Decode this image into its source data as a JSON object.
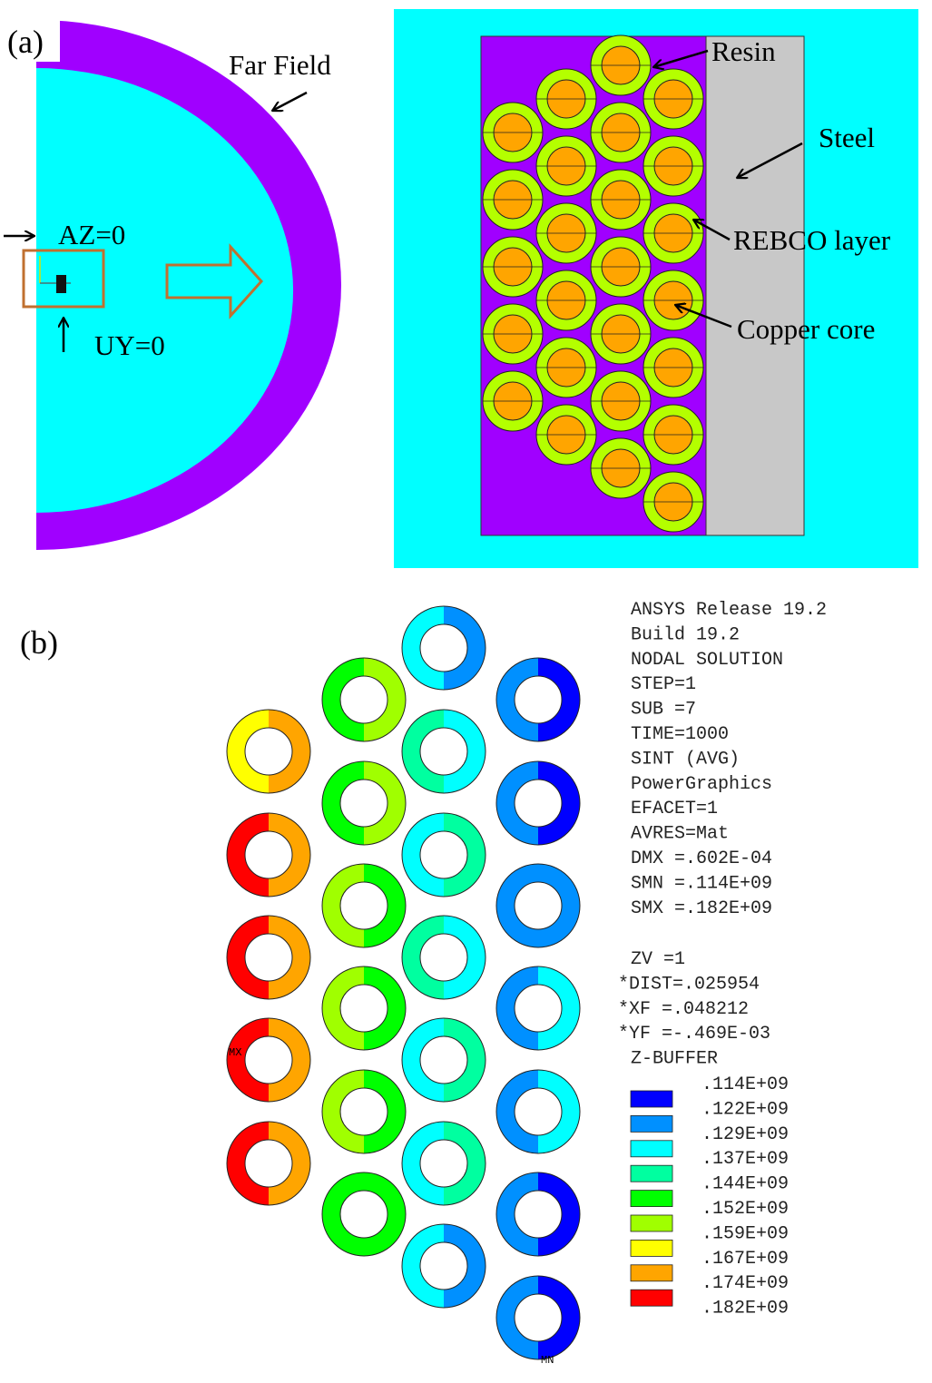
{
  "colors": {
    "resin": "#a000ff",
    "air": "#00ffff",
    "steel": "#c8c8c8",
    "rebco": "#b4ff00",
    "copper": "#ffa500",
    "highlight": "#c07030"
  },
  "panel_a": {
    "label": "(a)",
    "far_field_label": "Far Field",
    "az_label": "AZ=0",
    "uy_label": "UY=0",
    "resin_label": "Resin",
    "steel_label": "Steel",
    "rebco_label": "REBCO layer",
    "copper_label": "Copper core"
  },
  "panel_b": {
    "label": "(b)",
    "mx_marker": "MX",
    "mn_marker": "MN",
    "info_lines": [
      "ANSYS Release 19.2",
      "Build 19.2",
      "NODAL SOLUTION",
      "STEP=1",
      "SUB =7",
      "TIME=1000",
      "SINT      (AVG)",
      "PowerGraphics",
      "EFACET=1",
      "AVRES=Mat",
      "DMX =.602E-04",
      "SMN =.114E+09",
      "SMX =.182E+09"
    ],
    "view_lines": [
      "ZV  =1",
      "*DIST=.025954",
      "*XF  =.048212",
      "*YF  =-.469E-03",
      "Z-BUFFER"
    ],
    "legend_values": [
      ".114E+09",
      ".122E+09",
      ".129E+09",
      ".137E+09",
      ".144E+09",
      ".152E+09",
      ".159E+09",
      ".167E+09",
      ".174E+09",
      ".182E+09"
    ],
    "legend_colors": [
      "#0000ff",
      "#0090ff",
      "#00ffff",
      "#00ffa0",
      "#00ff00",
      "#a0ff00",
      "#ffff00",
      "#ffa500",
      "#ff0000"
    ]
  }
}
